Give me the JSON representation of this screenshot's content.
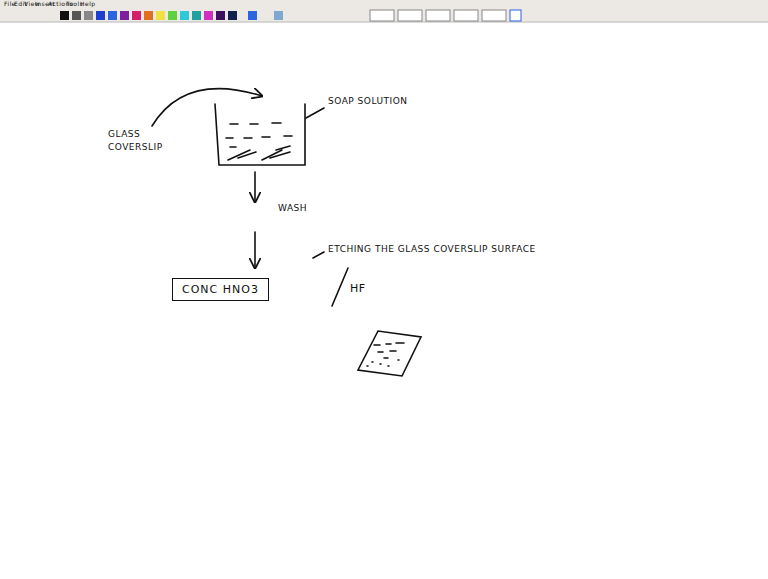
{
  "diagram": {
    "nodes": [
      {
        "text": [
          "CONC HNO3"
        ]
      }
    ],
    "labels": [
      "File",
      "Edit",
      "View",
      "Insert",
      "Actions",
      "Tools",
      "Help",
      "GLASS COVERSLIP",
      "SOAP SOLUTION",
      "WASH",
      "ETCHING THE GLASS COVERSLIP SURFACE",
      "HF"
    ]
  }
}
